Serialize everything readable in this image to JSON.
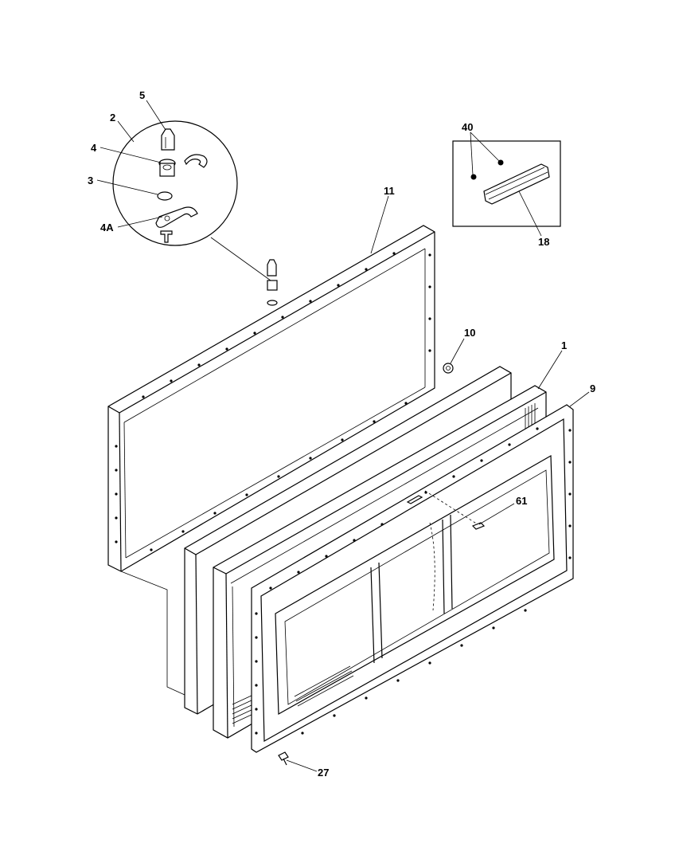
{
  "diagram": {
    "callouts": {
      "c5": "5",
      "c2": "2",
      "c4": "4",
      "c3": "3",
      "c4a": "4A",
      "c11": "11",
      "c40": "40",
      "c18": "18",
      "c10": "10",
      "c1": "1",
      "c9": "9",
      "c61": "61",
      "c27": "27"
    }
  }
}
